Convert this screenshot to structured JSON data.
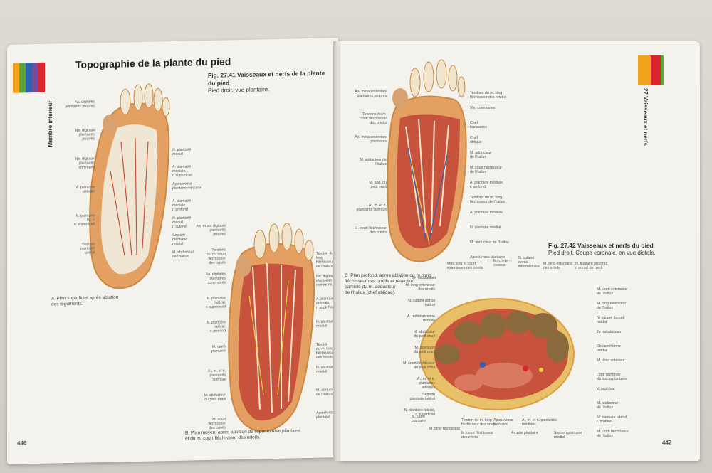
{
  "left_page": {
    "section": "Membre inférieur",
    "title": "Topographie de la plante du pied",
    "figure": {
      "number": "Fig. 27.41",
      "title": "Vaisseaux et nerfs de la plante du pied",
      "subtitle": "Pied droit, vue plantaire."
    },
    "caption_a": "A  Plan superficiel après ablation\ndes téguments.",
    "caption_b": "B  Plan moyen, après ablation de l'aponévrose plantaire\net du m. court fléchisseur des orteils.",
    "page_number": "446",
    "labels_a_left": [
      "Aa. digitales\nplantaires propres",
      "Nn. digitaux\nplantaires\npropres",
      "Nn. digitaux\nplantaires\ncommuns",
      "A. plantaire\nlatérale",
      "N. plantaire\nlat. =\nn. superficiel",
      "Septum\nplantaire\nlatéral"
    ],
    "labels_a_right": [
      "N. plantaire\nmédial",
      "A. plantaire\nmédiale,\nr. superficiel",
      "Aponévrose\nplantaire médiane",
      "A. plantaire\nmédiale,\nr. profond",
      "N. plantaire\nmédial,\nr. cutané",
      "Septum\nplantaire\nmédial",
      "M. abducteur\nde l'hallux"
    ],
    "labels_b_left": [
      "Aa. et nn. digitaux\nplantaires\npropres",
      "Tendons\ndu m. court\nfléchisseur\ndes orteils",
      "Aa. digitales\nplantaires\ncommunes",
      "N. plantaire\nlatéral,\nr. superficiel",
      "N. plantaire\nlatéral,\nr. profond",
      "M. carré\nplantaire",
      "A., m. et n.\nplantaires\nlatéraux",
      "M. abducteur\ndu petit orteil",
      "M. court\nfléchisseur\ndes orteils"
    ],
    "labels_b_right": [
      "Tendon du m.\nlong\nfléchisseur\nde l'hallux",
      "Nn. digitaux\nplantaires\ncommuns",
      "A. plantaire\nmédiale,\nr. superficiel",
      "N. plantaire\nmédial",
      "Tendon\ndu m. long\nfléchisseur\ndes orteils",
      "N. plantaire\nmédial",
      "M. abducteur\nde l'hallux",
      "Aponévrose\nplantaire"
    ]
  },
  "right_page": {
    "section": "27 Vaisseaux et nerfs",
    "figure": {
      "number": "Fig. 27.42",
      "title": "Vaisseaux et nerfs du pied",
      "subtitle": "Pied droit. Coupe coronale, en vue distale."
    },
    "caption_c": "C  Plan profond, après ablation du m. long\nfléchisseur des orteils et résection\npartielle du m. adducteur\nde l'hallux (chef oblique).",
    "page_number": "447",
    "labels_c_left": [
      "Aa. métatarsiennes\nplantaires propres",
      "Tendons du m.\ncourt fléchisseur\ndes orteils",
      "Aa. métatarsiennes\nplantaires",
      "M. adducteur de\nl'hallux",
      "M. abd. du\npetit orteil",
      "A., m. et n.\nplantaires latéraux",
      "M. court fléchisseur\ndes orteils"
    ],
    "labels_c_right": [
      "Tendons du m. long\nfléchisseur des orteils",
      "Vin. communes",
      "Chef\ntransverse",
      "Chef\noblique",
      "M. adducteur\nde l'hallux",
      "M. court fléchisseur\nde l'hallux",
      "A. plantaire médiale,\nr. profond",
      "Tendons du m. long\nfléchisseur de l'hallux",
      "A. plantaire médiale",
      "N. plantaire médial",
      "M. abducteur de l'hallux",
      "Aponévrose plantaire"
    ],
    "labels_d_top": [
      "Mm. long et court\nextenseurs des orteils",
      "Mm. inter-\nosseux",
      "N. cutané\ndorsal\nintermédiaire",
      "M. long extenseur\ndes orteils",
      "N. fibulaire profond,\nr. dorsal de pied",
      "3e métatarsien"
    ],
    "labels_d_left": [
      "M. long extenseur\ndes orteils",
      "N. cutané dorsal\nlatéral",
      "A. métatarsienne\ndorsale",
      "M. abducteur\ndu petit orteil",
      "M. opposant\ndu petit orteil",
      "M. court fléchisseur\ndu petit orteil",
      "A., m. et n.\nplantaires\nlatéraux",
      "Septum\nplantaire latéral",
      "N. plantaire latéral,\nr. superficiel"
    ],
    "labels_d_right": [
      "M. court extenseur\nde l'hallux",
      "M. long extenseur\nde l'hallux",
      "N. cutané dorsal\nmédial",
      "2e métatarsien",
      "Os cunéiforme\nmédial",
      "M. tibial antérieur",
      "Loge profonde\ndu fascia plantaire",
      "V. saphène",
      "M. abducteur\nde l'hallux",
      "N. plantaire latéral,\nr. profond",
      "M. court fléchisseur\nde l'hallux"
    ],
    "labels_d_bottom": [
      "M. carré\nplantaire",
      "M. long fléchisseur",
      "Tendon du m. long\nfléchisseur des orteils",
      "M. court fléchisseur\ndes orteils",
      "Aponévrose\nplantaire",
      "A., m. et n. plantaires\nmédiaux",
      "Arcade plantaire",
      "Septum plantaire\nmédial"
    ]
  },
  "colors": {
    "tab_red": "#d9252b",
    "tab_orange": "#f0a21c",
    "tab_green": "#5aa834",
    "tab_blue": "#2f62b0",
    "tab_purple": "#7a4a9c",
    "tissue": "#e3a062",
    "muscle": "#c8533c",
    "bone": "#e8d2a8"
  }
}
